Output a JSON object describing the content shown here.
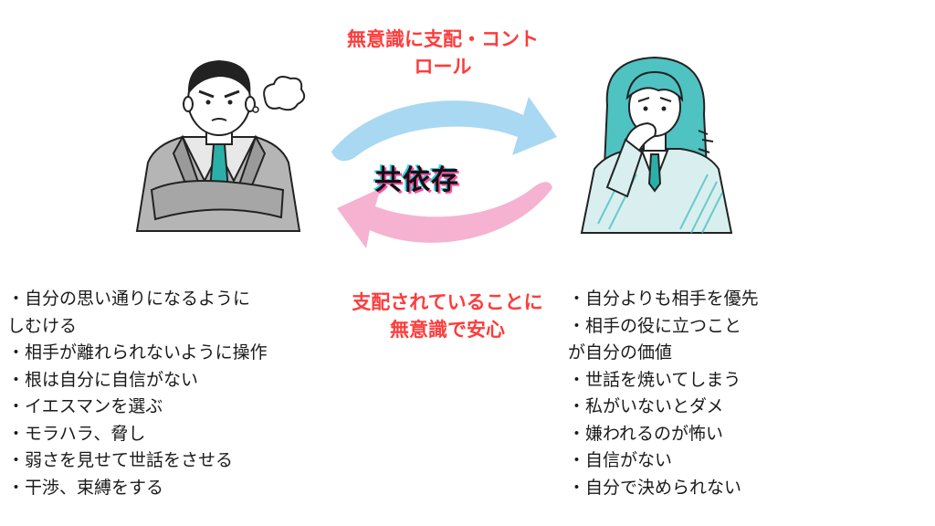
{
  "colors": {
    "top_arrow": "#a8d8f2",
    "bottom_arrow": "#f5b3d1",
    "red": "#ff3b3b",
    "teal": "#4fc2c2",
    "suit_gray": "#b5b5b5"
  },
  "icons": {
    "left_person": "angry-businessman-icon",
    "right_person": "anxious-woman-icon",
    "thought_bubble": "thought-bubble-icon"
  },
  "diagram": {
    "top_label_line1": "無意識に支配・コント",
    "top_label_line2": "ロール",
    "center_label": "共依存",
    "bottom_label_line1": "支配されていることに",
    "bottom_label_line2": "無意識で安心"
  },
  "left_list": [
    "・自分の思い通りになるように",
    "しむける",
    "・相手が離れられないように操作",
    "・根は自分に自信がない",
    "・イエスマンを選ぶ",
    "・モラハラ、脅し",
    "・弱さを見せて世話をさせる",
    "・干渉、束縛をする"
  ],
  "right_list": [
    "・自分よりも相手を優先",
    "・相手の役に立つこと",
    "が自分の価値",
    "・世話を焼いてしまう",
    "・私がいないとダメ",
    "・嫌われるのが怖い",
    "・自信がない",
    "・自分で決められない"
  ]
}
